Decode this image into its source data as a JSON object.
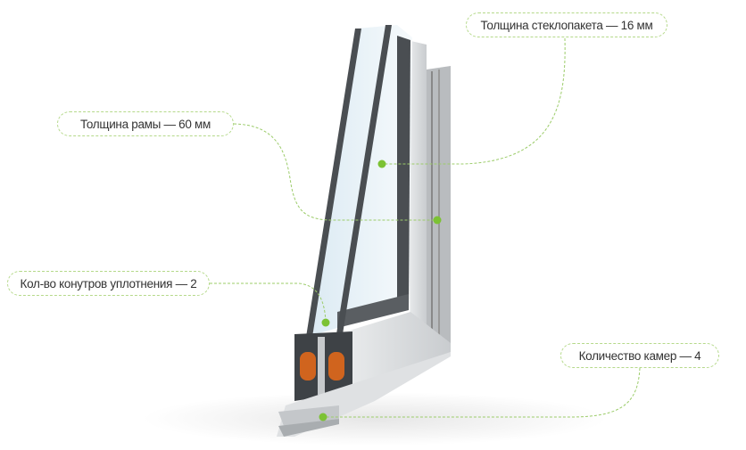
{
  "callouts": [
    {
      "id": "glass-unit-thickness",
      "label": "Толщина стеклопакета — 16 мм"
    },
    {
      "id": "frame-thickness",
      "label": "Толщина рамы — 60 мм"
    },
    {
      "id": "seal-contours",
      "label": "Кол-во конутров уплотнения — 2"
    },
    {
      "id": "chambers",
      "label": "Количество камер — 4"
    }
  ],
  "colors": {
    "accent": "#7cc234",
    "line": "#9ccc6a",
    "frame": "#d9dbdd",
    "glass": "#e8f2f8",
    "seal": "#4a4e52",
    "insert": "#d0641e"
  }
}
